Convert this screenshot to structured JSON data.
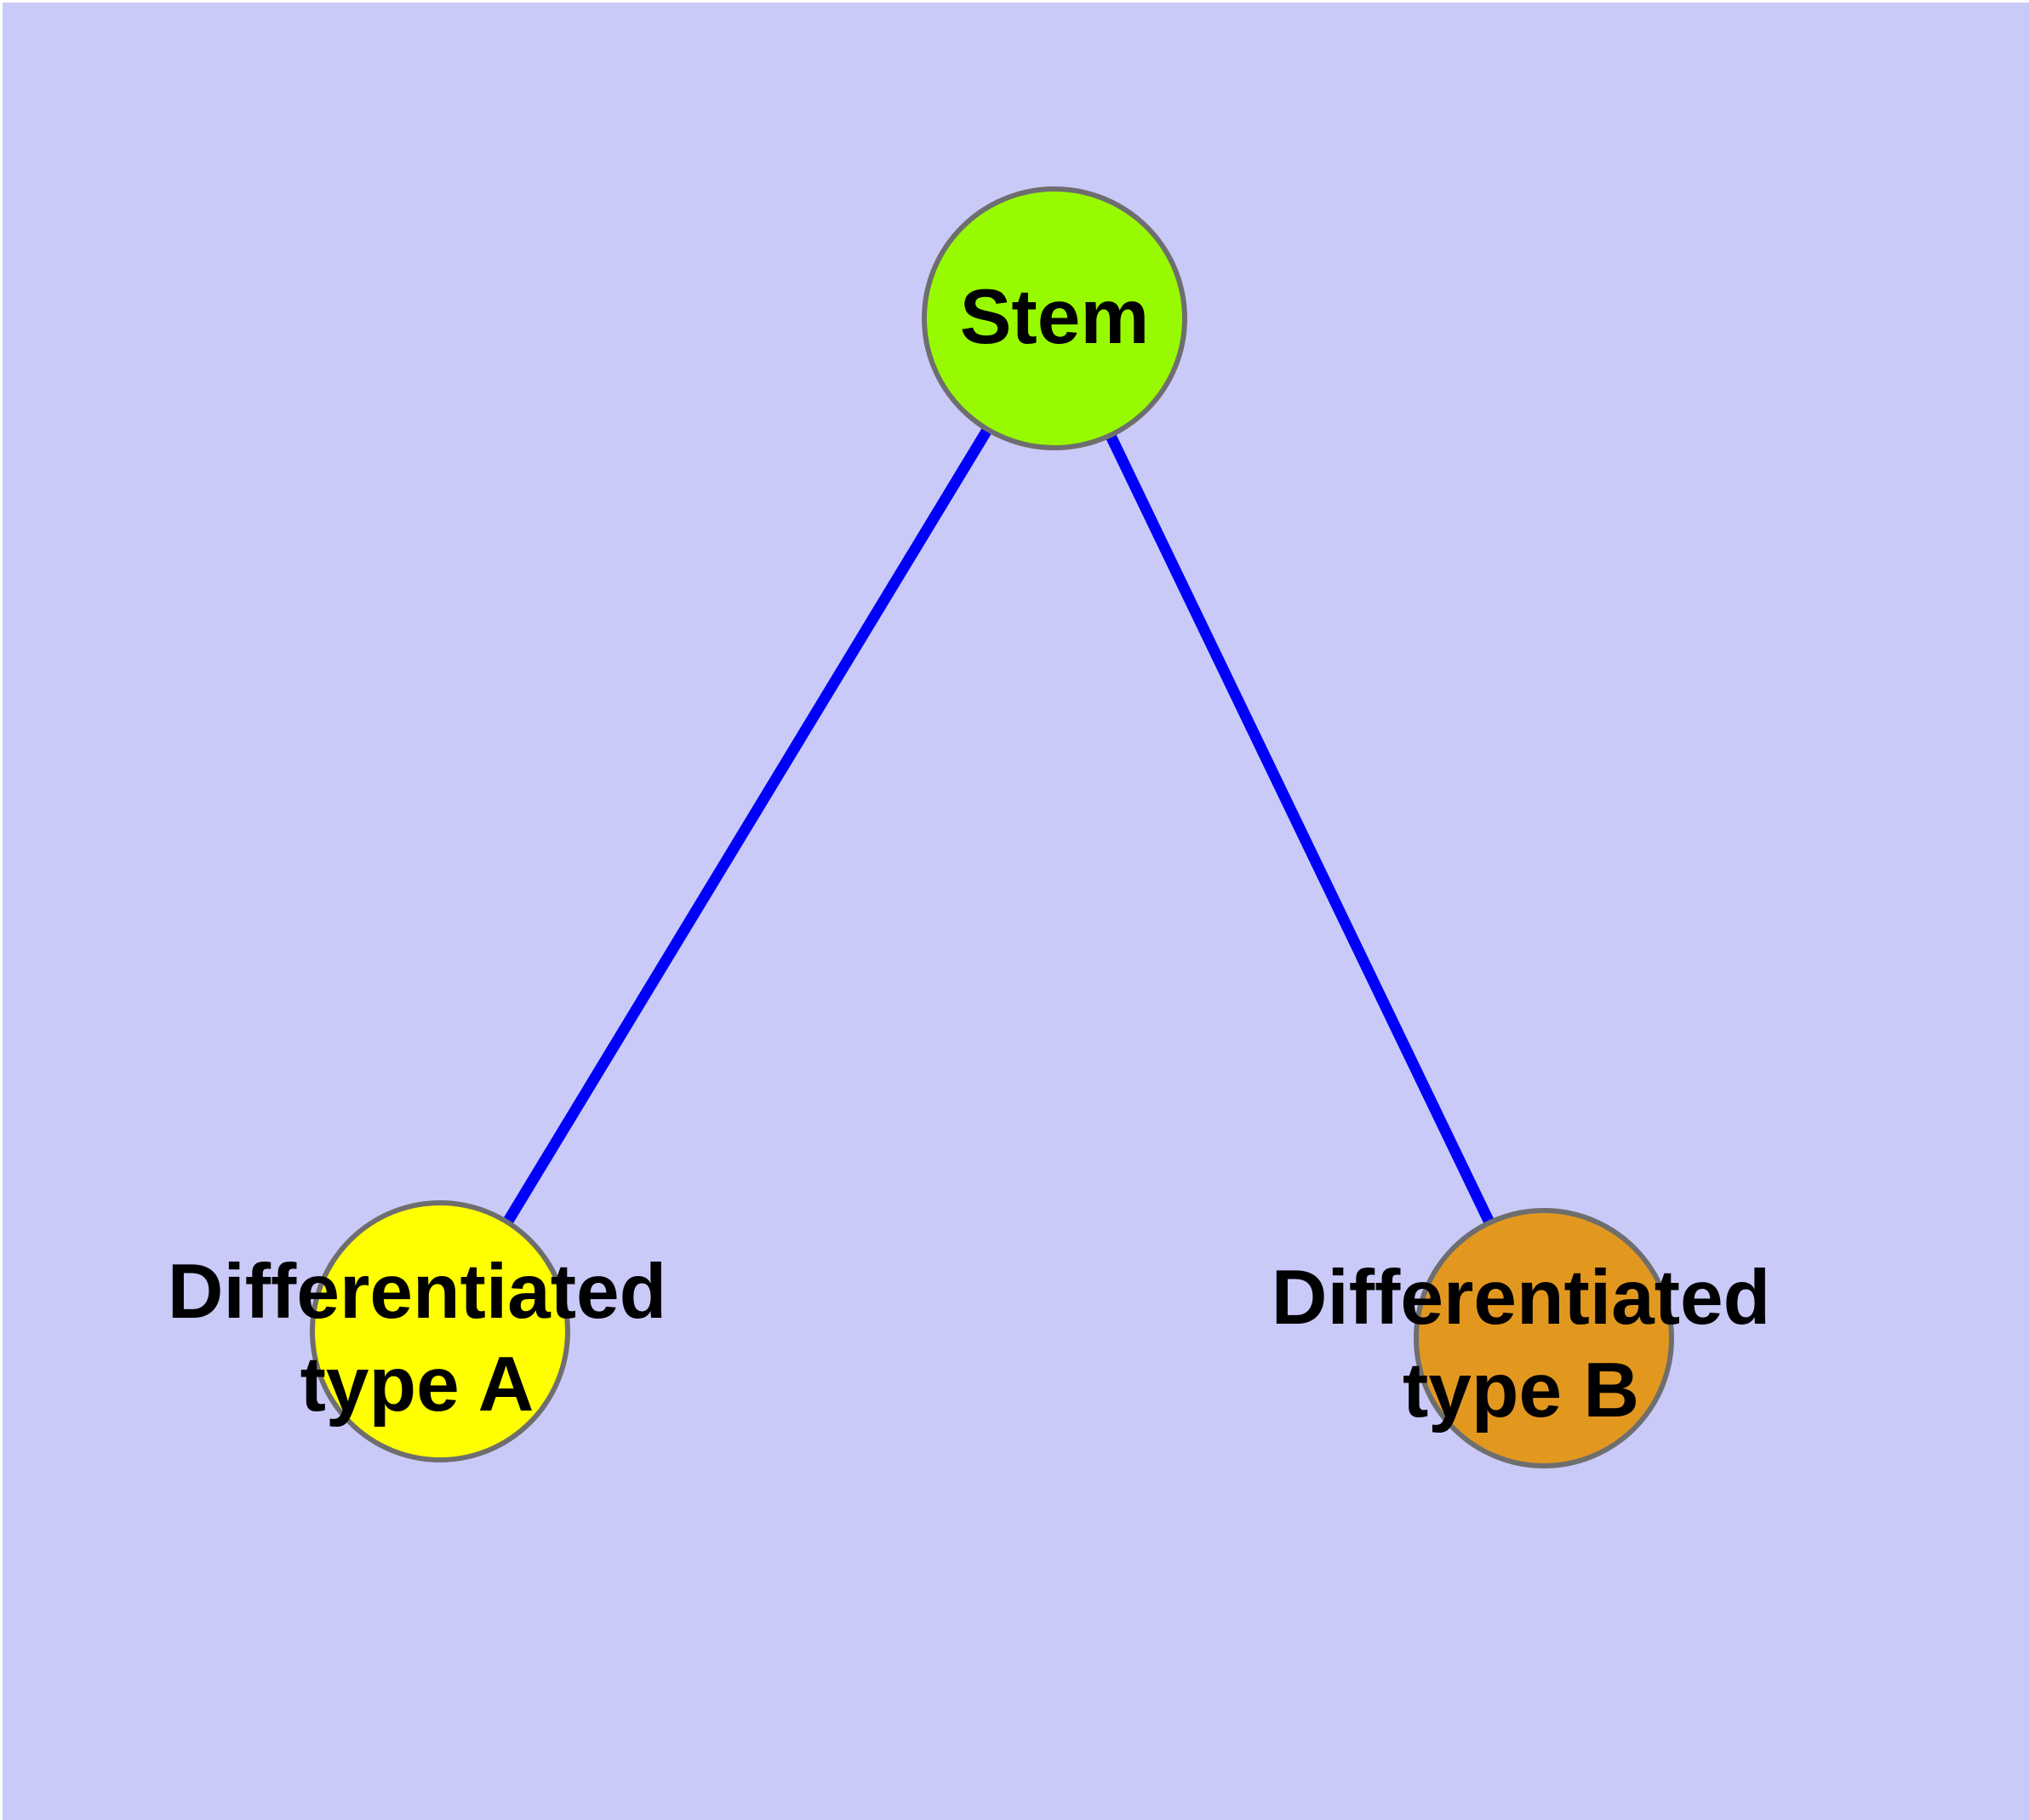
{
  "diagram": {
    "background_color": "#cacaf9",
    "edge_color": "#0000fa",
    "node_border_color": "#6e6e6e",
    "label_color": "#000000",
    "nodes": [
      {
        "id": "stem",
        "label": "Stem",
        "fill": "#98fa00"
      },
      {
        "id": "diff-a",
        "label_line1": "Differentiated",
        "label_line2": "type A",
        "fill": "#ffff00"
      },
      {
        "id": "diff-b",
        "label_line1": "Differentiated",
        "label_line2": "type B",
        "fill": "#e2981f"
      }
    ],
    "edges": [
      {
        "from": "stem",
        "to": "diff-a"
      },
      {
        "from": "stem",
        "to": "diff-b"
      }
    ]
  }
}
